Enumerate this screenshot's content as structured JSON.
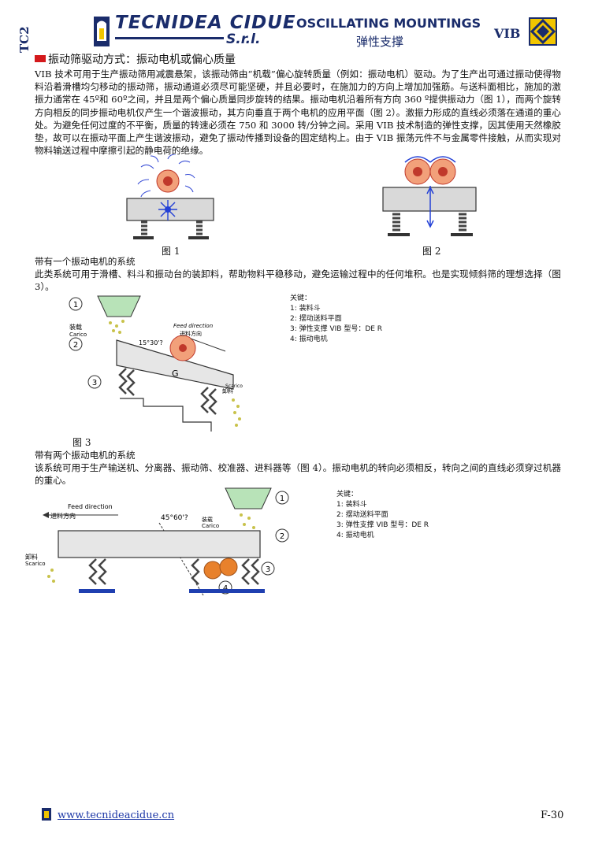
{
  "header": {
    "side_code": "TC2",
    "brand": "TECNIDEA CIDUE",
    "brand_suffix": "S.r.l.",
    "title": "OSCILLATING MOUNTINGS",
    "subtitle": "弹性支撑",
    "code": "VIB"
  },
  "section": {
    "title": "振动筛驱动方式：振动电机或偏心质量",
    "paragraph": "VIB 技术可用于生产振动筛用减震悬架，该振动筛由“机载”偏心旋转质量（例如：振动电机）驱动。为了生产出可通过振动使得物料沿着滑槽均匀移动的振动筛，振动通道必须尽可能坚硬，并且必要时，在施加力的方向上增加加强筋。与送料面相比，施加的激振力通常在 45º和 60º之间，并且是两个偏心质量同步旋转的结果。振动电机沿着所有方向 360 º提供振动力（图 1），而两个旋转方向相反的同步振动电机仅产生一个谐波振动，其方向垂直于两个电机的应用平面（图 2）。激振力形成的直线必须落在通道的重心处。为避免任何过度的不平衡，质量的转速必须在 750 和 3000 转/分钟之间。采用 VIB 技术制造的弹性支撑，因其使用天然橡胶垫，故可以在振动平面上产生谐波振动，避免了振动传播到设备的固定结构上。由于 VIB 振荡元件不与金属零件接触，从而实现对物料输送过程中摩擦引起的静电荷的绝缘。"
  },
  "fig1": {
    "label": "图 1"
  },
  "fig2": {
    "label": "图 2"
  },
  "sub1": {
    "title": "带有一个振动电机的系统",
    "body": "此类系统可用于滑槽、料斗和振动台的装卸料，帮助物料平稳移动，避免运输过程中的任何堆积。也是实现倾斜筛的理想选择（图 3）。"
  },
  "fig3": {
    "label": "图 3",
    "labels": {
      "load_it": "装载",
      "load_en": "Carico",
      "feed_en": "Feed direction",
      "feed_cn": "进料方向",
      "angle": "15°30'?",
      "g": "G",
      "unload_cn": "卸料",
      "unload_en": "Scarico"
    }
  },
  "legend1": {
    "title": "关键：",
    "items": [
      "1: 装料斗",
      "2: 摆动送料平面",
      "3: 弹性支撑 VIB 型号：DE R",
      "4: 振动电机"
    ]
  },
  "sub2": {
    "title": "带有两个振动电机的系统",
    "body": "该系统可用于生产输送机、分离器、振动筛、校准器、进料器等（图 4）。振动电机的转向必须相反，转向之间的直线必须穿过机器的重心。"
  },
  "fig4": {
    "labels": {
      "feed_en": "Feed direction",
      "feed_cn": "进料方向",
      "angle": "45°60'?",
      "load_cn": "装载",
      "load_en": "Carico",
      "unload_cn": "卸料",
      "unload_en": "Scarico"
    }
  },
  "legend2": {
    "title": "关键：",
    "items": [
      "1: 装料斗",
      "2: 摆动送料平面",
      "3: 弹性支撑 VIB 型号：DE R",
      "4: 振动电机"
    ]
  },
  "callouts": {
    "n1": "1",
    "n2": "2",
    "n3": "3",
    "n4": "4"
  },
  "footer": {
    "url": "www.tecnideacidue.cn",
    "page": "F-30"
  },
  "colors": {
    "brand": "#1a2c6b",
    "link": "#1b36a6",
    "flag": "#d4191c",
    "motor": "#e8812c"
  }
}
